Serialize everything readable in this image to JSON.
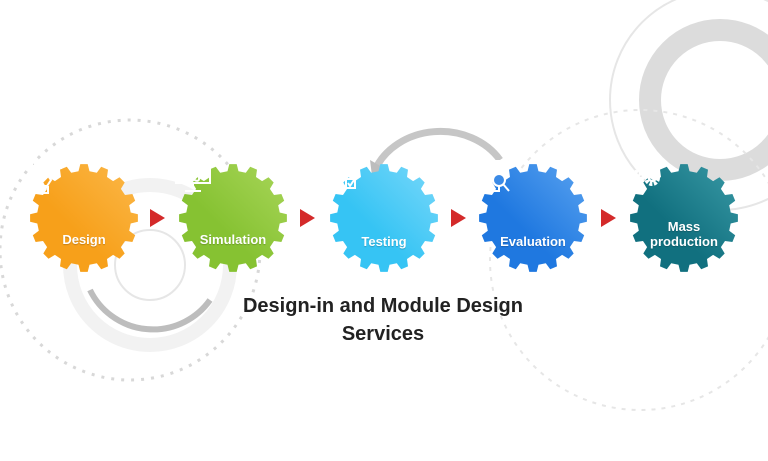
{
  "title": "Design-in and Module Design Services",
  "steps": [
    {
      "label": "Design",
      "icon": "pen-tool-icon",
      "color": "#f7a01a",
      "color2": "#fbb84a"
    },
    {
      "label": "Simulation",
      "icon": "monitor-atom-icon",
      "color": "#86c232",
      "color2": "#a9d65a"
    },
    {
      "label": "Testing",
      "icon": "gear-checkbox-icon",
      "color": "#36c4f4",
      "color2": "#7ad8fa"
    },
    {
      "label": "Evaluation",
      "icon": "clipboard-search-icon",
      "color": "#1f78e0",
      "color2": "#5aa3f0"
    },
    {
      "label": "Mass production",
      "label_line1": "Mass",
      "label_line2": "production",
      "icon": "gears-icon",
      "color": "#11707f",
      "color2": "#3a9aa6"
    }
  ],
  "arrow_color": "#d42a2a"
}
